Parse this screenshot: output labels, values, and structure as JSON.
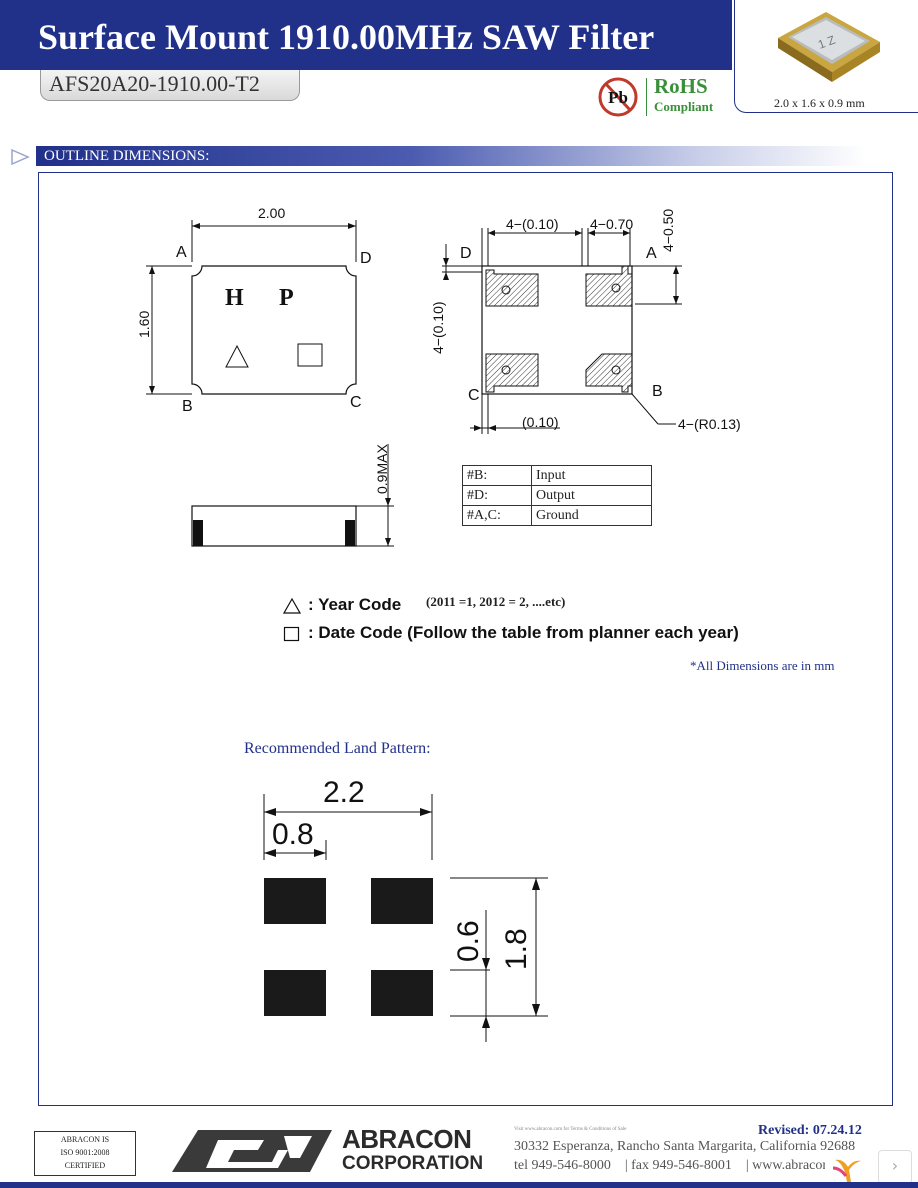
{
  "header": {
    "title": "Surface Mount 1910.00MHz SAW Filter",
    "part_number": "AFS20A20-1910.00-T2",
    "pb_mark": "Pb",
    "rohs": "RoHS",
    "compliant": "Compliant",
    "package_size": "2.0 x 1.6 x 0.9 mm",
    "chip_marking": "1 Z"
  },
  "section": {
    "title": "OUTLINE DIMENSIONS:"
  },
  "top_view": {
    "width_dim": "2.00",
    "height_dim": "1.60",
    "corner_a": "A",
    "corner_b": "B",
    "corner_c": "C",
    "corner_d": "D",
    "mark_h": "H",
    "mark_p": "P"
  },
  "bottom_view": {
    "dim1": "4−(0.10)",
    "dim2": "4−0.70",
    "dim3": "4−0.50",
    "dim4": "4−(0.10)",
    "dim5": "(0.10)",
    "dim6": "4−(R0.13)",
    "corner_a": "A",
    "corner_b": "B",
    "corner_c": "C",
    "corner_d": "D"
  },
  "side_view": {
    "height_dim": "0.9MAX"
  },
  "pin_table": [
    {
      "pin": "#B:",
      "function": "Input"
    },
    {
      "pin": "#D:",
      "function": "Output"
    },
    {
      "pin": "#A,C:",
      "function": "Ground"
    }
  ],
  "legend": {
    "year_code": ": Year Code",
    "year_note": "(2011 =1, 2012 = 2, ....etc)",
    "date_code": ": Date Code (Follow the table from planner each year)",
    "all_dims": "*All Dimensions are in mm"
  },
  "land_pattern": {
    "title": "Recommended Land Pattern:",
    "dim_width": "2.2",
    "dim_pad": "0.8",
    "dim_height": "1.8",
    "dim_pad_h": "0.6"
  },
  "footer": {
    "cert_line1": "ABRACON IS",
    "cert_line2": "ISO 9001:2008",
    "cert_line3": "CERTIFIED",
    "company1": "ABRACON",
    "company2": "CORPORATION",
    "visit": "Visit www.abracon.com for Terms & Conditions of Sale",
    "revised": "Revised: 07.24.12",
    "address": "30332 Esperanza, Rancho Santa Margarita, California 92688",
    "tel": "tel 949-546-8000",
    "fax": "| fax 949-546-8001",
    "web": "| www.abracon.com"
  },
  "nav": {
    "next": "›"
  },
  "colors": {
    "brand_blue": "#21318a",
    "rohs_green": "#3a8f3a"
  }
}
